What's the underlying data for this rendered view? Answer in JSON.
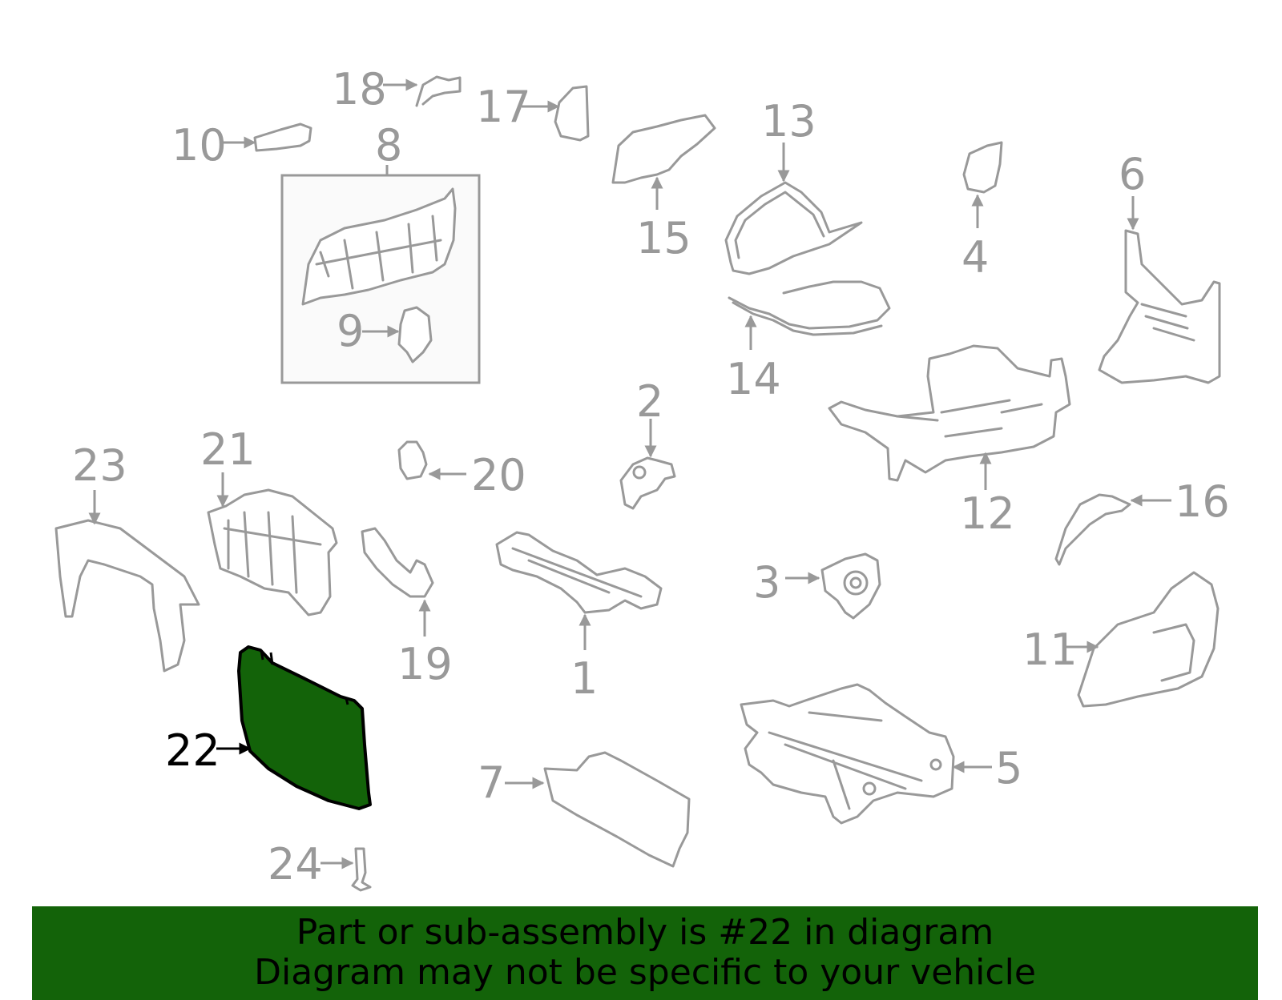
{
  "diagram": {
    "highlighted_part": "22",
    "highlight_color": "#136309",
    "line_color": "#999999",
    "labels": [
      "1",
      "2",
      "3",
      "4",
      "5",
      "6",
      "7",
      "8",
      "9",
      "10",
      "11",
      "12",
      "13",
      "14",
      "15",
      "16",
      "17",
      "18",
      "19",
      "20",
      "21",
      "22",
      "23",
      "24"
    ]
  },
  "banner": {
    "background_color": "#136309",
    "line1": "Part or sub-assembly is #22 in diagram",
    "line2": "Diagram may not be specific to your vehicle"
  }
}
